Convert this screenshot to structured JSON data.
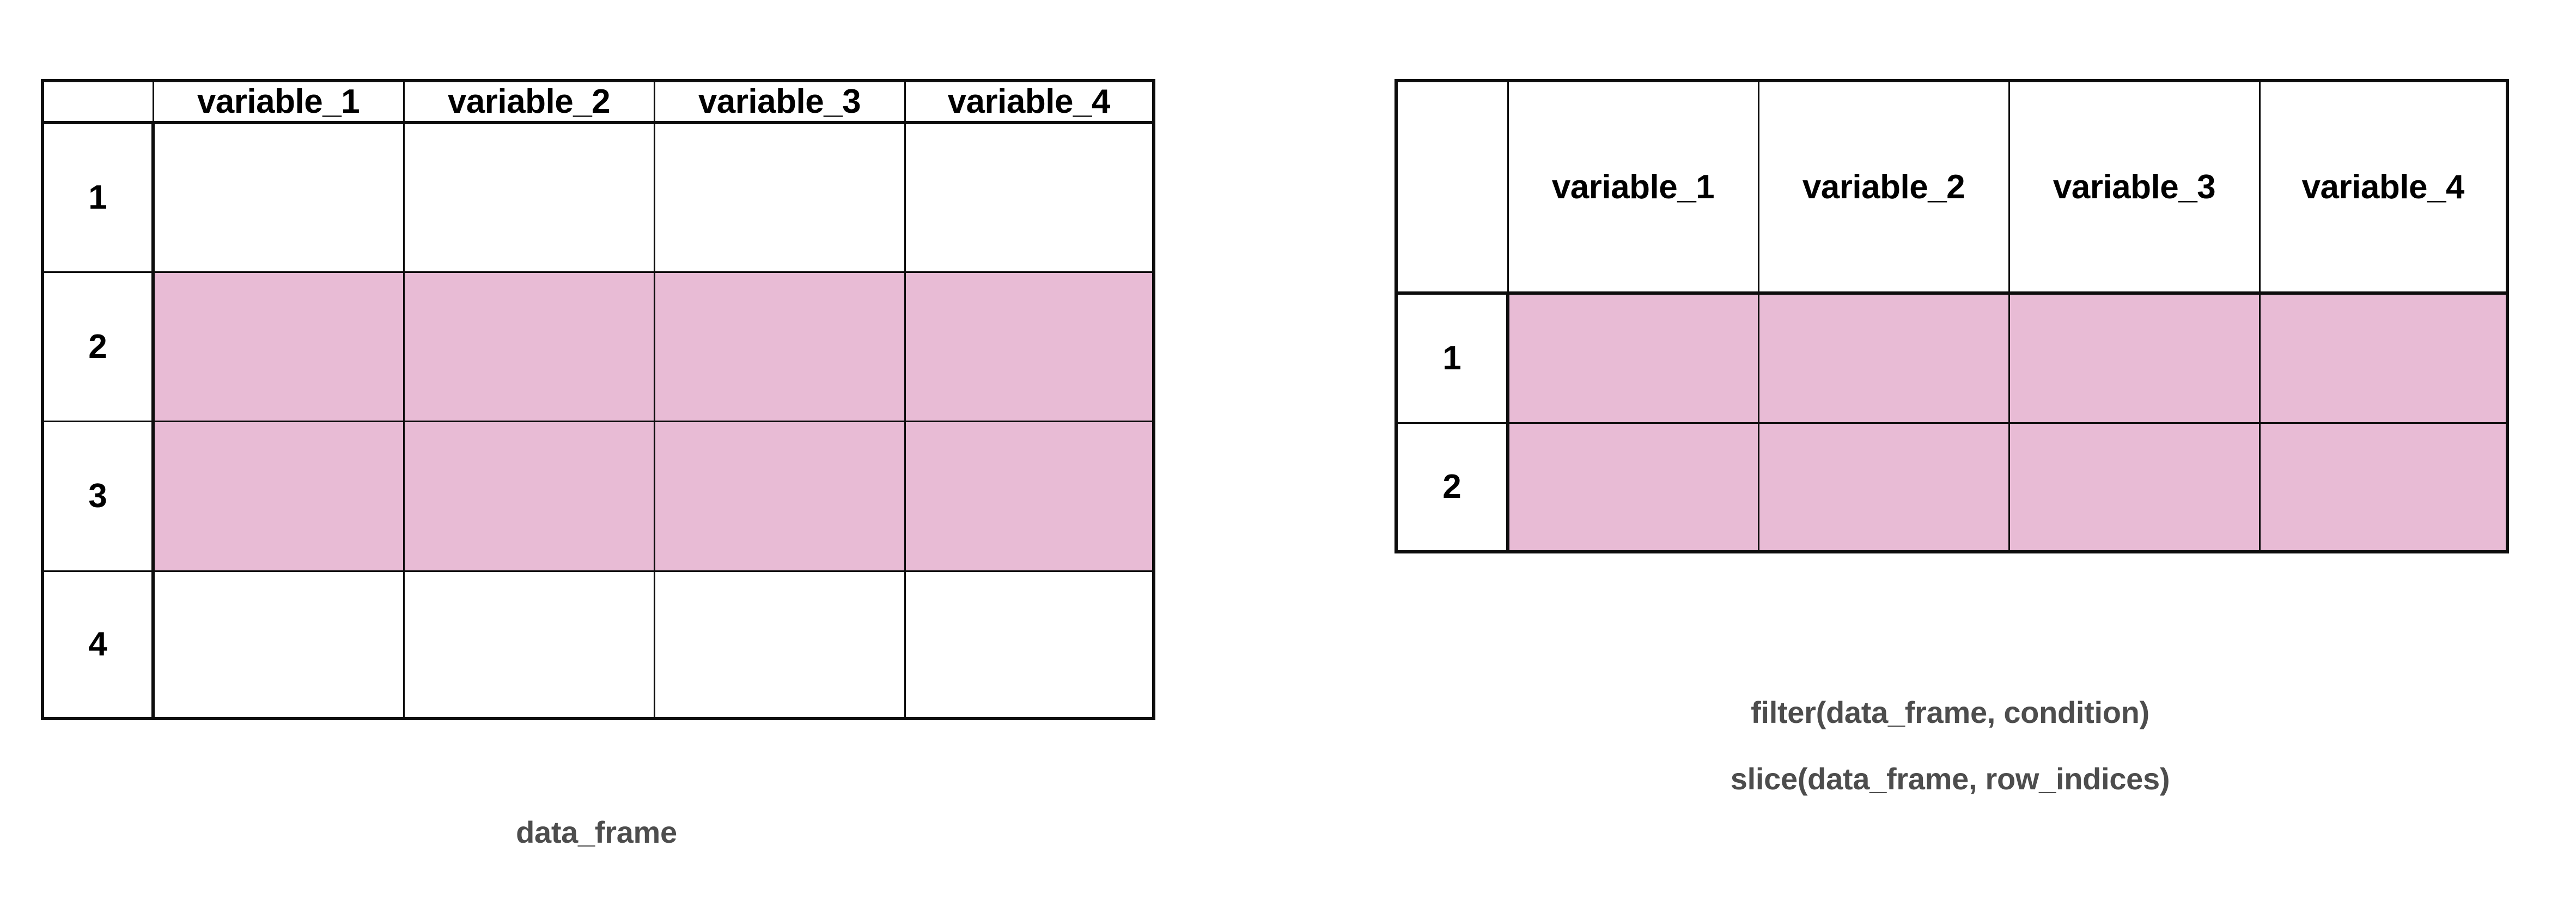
{
  "diagram": {
    "background_color": "#ffffff",
    "highlight_color": "#e8bbd5",
    "border_color": "#0d0d0d",
    "caption_color": "#4d4d4d"
  },
  "left_table": {
    "caption": "data_frame",
    "corner_label": "",
    "columns": [
      "variable_1",
      "variable_2",
      "variable_3",
      "variable_4"
    ],
    "row_labels": [
      "1",
      "2",
      "3",
      "4"
    ],
    "selected_rows": [
      2,
      3
    ],
    "cells": [
      [
        "",
        "",
        "",
        ""
      ],
      [
        "",
        "",
        "",
        ""
      ],
      [
        "",
        "",
        "",
        ""
      ],
      [
        "",
        "",
        "",
        ""
      ]
    ]
  },
  "right_table": {
    "captions": [
      "filter(data_frame, condition)",
      "slice(data_frame, row_indices)"
    ],
    "corner_label": "",
    "columns": [
      "variable_1",
      "variable_2",
      "variable_3",
      "variable_4"
    ],
    "row_labels": [
      "1",
      "2"
    ],
    "selected_rows": [
      1,
      2
    ],
    "cells": [
      [
        "",
        "",
        "",
        ""
      ],
      [
        "",
        "",
        "",
        ""
      ]
    ]
  }
}
